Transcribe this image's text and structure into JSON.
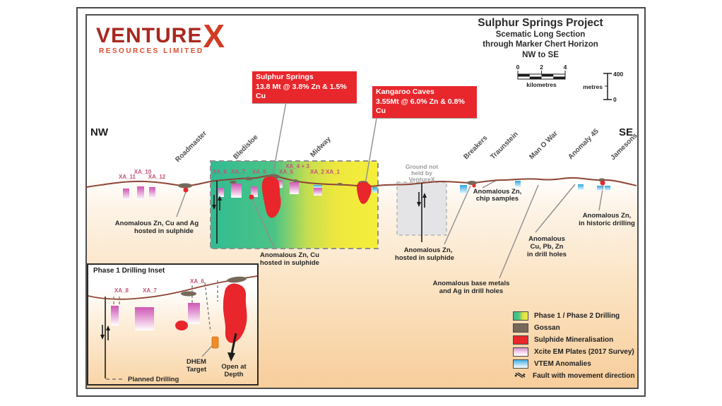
{
  "logo": {
    "word": "VENTURE",
    "x": "X",
    "subtitle": "RESOURCES LIMITED"
  },
  "title": {
    "line1": "Sulphur Springs Project",
    "line2": "Scematic Long Section",
    "line3": "through Marker Chert Horizon",
    "line4": "NW to SE"
  },
  "compass": {
    "nw": "NW",
    "se": "SE"
  },
  "scale_km": {
    "t0": "0",
    "t1": "2",
    "t2": "4",
    "unit": "kilometres"
  },
  "scale_m": {
    "top": "400",
    "bottom": "0",
    "unit": "metres"
  },
  "callouts": {
    "sulphur": {
      "name": "Sulphur Springs",
      "grade": "13.8 Mt @ 3.8% Zn & 1.5% Cu"
    },
    "kangaroo": {
      "name": "Kangaroo Caves",
      "grade": "3.55Mt @ 6.0% Zn & 0.8% Cu"
    }
  },
  "locations": {
    "roadmaster": "Roadmaster",
    "bledisloe": "Bledisloe",
    "midway": "Midway",
    "breakers": "Breakers",
    "traunstein": "Traunstein",
    "manowar": "Man O War",
    "anomaly45": "Anomaly 45",
    "jamesons": "Jamesons"
  },
  "holes": {
    "xa11": "XA_11",
    "xa10": "XA_10",
    "xa12": "XA_12",
    "xa8": "XA_8",
    "xa7": "XA_7",
    "xa6": "XA_6",
    "xa5": "XA_5",
    "xa43": "XA_4 + 3",
    "xa2": "XA_2",
    "xa1": "XA_1"
  },
  "ground": {
    "l1": "Ground not",
    "l2": "held by",
    "l3": "VentureX"
  },
  "annotations": {
    "roadmaster": {
      "l1": "Anomalous Zn, Cu and Ag",
      "l2": "hosted in sulphide"
    },
    "bledisloe": {
      "l1": "Anomalous Zn, Cu",
      "l2": "hosted in sulphide"
    },
    "breakers": {
      "l1": "Anomalous Zn,",
      "l2": "hosted in sulphide"
    },
    "chip": {
      "l1": "Anomalous Zn,",
      "l2": "chip samples"
    },
    "manowar": {
      "l1": "Anomalous base metals",
      "l2": "and Ag in drill holes"
    },
    "anomaly45": {
      "l1": "Anomalous",
      "l2": "Cu, Pb, Zn",
      "l3": "in drill holes"
    },
    "jamesons": {
      "l1": "Anomalous Zn,",
      "l2": "in historic drilling"
    }
  },
  "inset": {
    "title": "Phase 1 Drilling Inset",
    "xa8": "XA_8",
    "xa7": "XA_7",
    "xa6": "XA_6",
    "dhem1": "DHEM",
    "dhem2": "Target",
    "open1": "Open at",
    "open2": "Depth",
    "planned": "Planned Drilling"
  },
  "legend": {
    "items": [
      {
        "swatch": "phase-gradient",
        "label": "Phase 1 / Phase 2 Drilling"
      },
      {
        "swatch": "gossan-brown",
        "label": "Gossan"
      },
      {
        "swatch": "sulphide-red",
        "label": "Sulphide Mineralisation"
      },
      {
        "swatch": "xcite-pink",
        "label": "Xcite EM Plates (2017 Survey)"
      },
      {
        "swatch": "vtem-blue",
        "label": "VTEM Anomalies"
      },
      {
        "swatch": "fault-symbol",
        "label": "Fault with movement direction"
      }
    ]
  },
  "colors": {
    "accent_red": "#e8272c",
    "surface_line": "#8d4434",
    "gossan": "#77695a",
    "phase_teal": "#2fbd92",
    "phase_yellow": "#f2ec3e",
    "em_pink": "#cf58b4",
    "vtem_blue": "#45b1e6",
    "dhem_orange": "#f08c28",
    "ground_gray": "#e4e4e6"
  }
}
